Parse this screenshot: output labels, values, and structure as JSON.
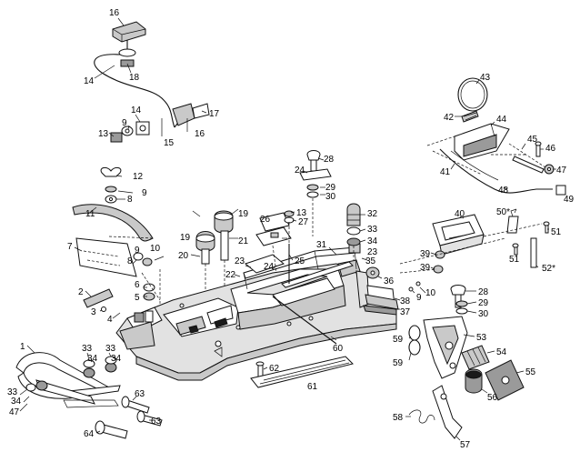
{
  "callouts": [
    {
      "id": "c16a",
      "text": "16"
    },
    {
      "id": "c14a",
      "text": "14"
    },
    {
      "id": "c18",
      "text": "18"
    },
    {
      "id": "c14b",
      "text": "14"
    },
    {
      "id": "c9a",
      "text": "9"
    },
    {
      "id": "c13a",
      "text": "13"
    },
    {
      "id": "c17",
      "text": "17"
    },
    {
      "id": "c15",
      "text": "15"
    },
    {
      "id": "c16b",
      "text": "16"
    },
    {
      "id": "c12",
      "text": "12"
    },
    {
      "id": "c9b",
      "text": "9"
    },
    {
      "id": "c8a",
      "text": "8"
    },
    {
      "id": "c11",
      "text": "11"
    },
    {
      "id": "c7",
      "text": "7"
    },
    {
      "id": "c9c",
      "text": "9"
    },
    {
      "id": "c10a",
      "text": "10"
    },
    {
      "id": "c8b",
      "text": "8"
    },
    {
      "id": "c6",
      "text": "6"
    },
    {
      "id": "c5",
      "text": "5"
    },
    {
      "id": "c2",
      "text": "2"
    },
    {
      "id": "c3",
      "text": "3"
    },
    {
      "id": "c4",
      "text": "4"
    },
    {
      "id": "c1",
      "text": "1"
    },
    {
      "id": "c33a",
      "text": "33"
    },
    {
      "id": "c34a",
      "text": "34"
    },
    {
      "id": "c33b",
      "text": "33"
    },
    {
      "id": "c34b",
      "text": "34"
    },
    {
      "id": "c33c",
      "text": "33"
    },
    {
      "id": "c34c",
      "text": "34"
    },
    {
      "id": "c47a",
      "text": "47"
    },
    {
      "id": "c63a",
      "text": "63"
    },
    {
      "id": "c63b",
      "text": "63"
    },
    {
      "id": "c64",
      "text": "64"
    },
    {
      "id": "c19a",
      "text": "19"
    },
    {
      "id": "c19b",
      "text": "19"
    },
    {
      "id": "c21",
      "text": "21"
    },
    {
      "id": "c20",
      "text": "20"
    },
    {
      "id": "c22",
      "text": "22"
    },
    {
      "id": "c23a",
      "text": "23"
    },
    {
      "id": "c24a",
      "text": "24"
    },
    {
      "id": "c26",
      "text": "26"
    },
    {
      "id": "c13b",
      "text": "13"
    },
    {
      "id": "c27",
      "text": "27"
    },
    {
      "id": "c25",
      "text": "25"
    },
    {
      "id": "c28a",
      "text": "28"
    },
    {
      "id": "c24b",
      "text": "24"
    },
    {
      "id": "c29a",
      "text": "29"
    },
    {
      "id": "c30a",
      "text": "30"
    },
    {
      "id": "c32",
      "text": "32"
    },
    {
      "id": "c33d",
      "text": "33"
    },
    {
      "id": "c34d",
      "text": "34"
    },
    {
      "id": "c31",
      "text": "31"
    },
    {
      "id": "c23b",
      "text": "23"
    },
    {
      "id": "c35",
      "text": "35"
    },
    {
      "id": "c36",
      "text": "36"
    },
    {
      "id": "c38",
      "text": "38"
    },
    {
      "id": "c37",
      "text": "37"
    },
    {
      "id": "c60",
      "text": "60"
    },
    {
      "id": "c62",
      "text": "62"
    },
    {
      "id": "c61",
      "text": "61"
    },
    {
      "id": "c43",
      "text": "43"
    },
    {
      "id": "c42",
      "text": "42"
    },
    {
      "id": "c44",
      "text": "44"
    },
    {
      "id": "c45",
      "text": "45"
    },
    {
      "id": "c46",
      "text": "46"
    },
    {
      "id": "c47b",
      "text": "47"
    },
    {
      "id": "c41",
      "text": "41"
    },
    {
      "id": "c48",
      "text": "48"
    },
    {
      "id": "c49",
      "text": "49"
    },
    {
      "id": "c40",
      "text": "40"
    },
    {
      "id": "c50",
      "text": "50*"
    },
    {
      "id": "c51a",
      "text": "51"
    },
    {
      "id": "c51b",
      "text": "51"
    },
    {
      "id": "c52",
      "text": "52*"
    },
    {
      "id": "c39a",
      "text": "39"
    },
    {
      "id": "c39b",
      "text": "39"
    },
    {
      "id": "c9d",
      "text": "9"
    },
    {
      "id": "c10b",
      "text": "10"
    },
    {
      "id": "c28b",
      "text": "28"
    },
    {
      "id": "c29b",
      "text": "29"
    },
    {
      "id": "c30b",
      "text": "30"
    },
    {
      "id": "c59a",
      "text": "59"
    },
    {
      "id": "c59b",
      "text": "59"
    },
    {
      "id": "c53",
      "text": "53"
    },
    {
      "id": "c54",
      "text": "54"
    },
    {
      "id": "c55",
      "text": "55"
    },
    {
      "id": "c56",
      "text": "56"
    },
    {
      "id": "c58",
      "text": "58"
    },
    {
      "id": "c57",
      "text": "57"
    }
  ]
}
